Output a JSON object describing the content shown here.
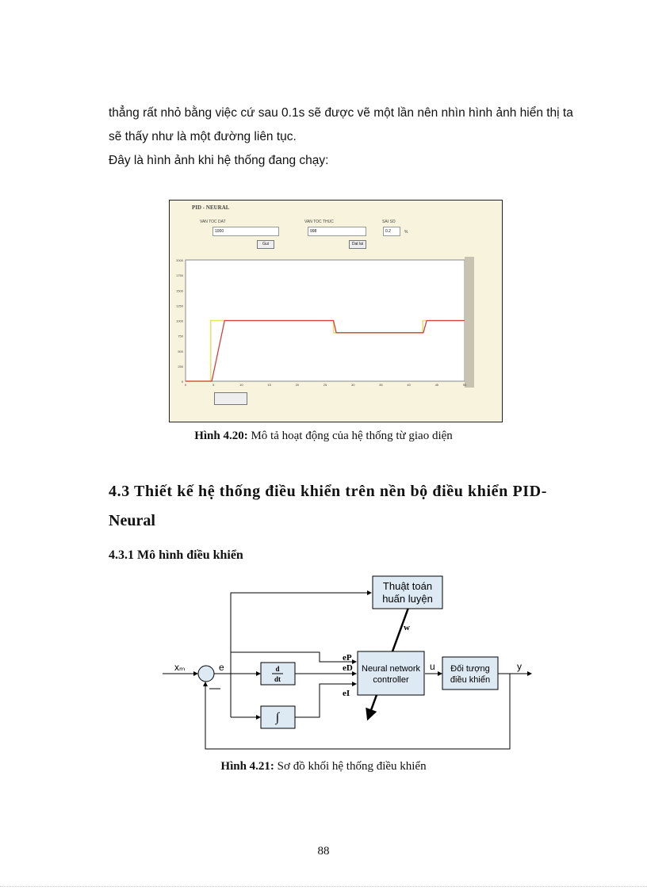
{
  "body": {
    "line1": "thẳng rất nhỏ bằng việc cứ sau 0.1s sẽ được vẽ một lần nên nhìn hình ảnh hiển thị ta",
    "line2": "sẽ thấy như là một đường liên tục.",
    "line3": "Đây là hình ảnh khi hệ thống đang chạy:"
  },
  "screenshot": {
    "title": "PID - NEURAL",
    "label_set": "VAN TOC DAT",
    "value_set": "1000",
    "label_actual": "VAN TOC THUC",
    "value_actual": "998",
    "label_error": "SAI SO",
    "value_error": "0.2",
    "error_unit": "%",
    "send_button": "Gui",
    "reset_button": "Dat lai",
    "chart_data": {
      "type": "line",
      "xlim": [
        0,
        50
      ],
      "ylim": [
        0,
        2000
      ],
      "x_ticks": [
        "0",
        "5",
        "10",
        "15",
        "20",
        "25",
        "30",
        "35",
        "40",
        "45",
        "50"
      ],
      "y_ticks": [
        "0",
        "250",
        "500",
        "750",
        "1000",
        "1250",
        "1500",
        "1750",
        "2000"
      ],
      "series": [
        {
          "color": "#e8e070",
          "points": [
            [
              0,
              0
            ],
            [
              4.5,
              0
            ],
            [
              4.5,
              1000
            ],
            [
              26.5,
              1000
            ],
            [
              26.5,
              800
            ],
            [
              42.5,
              800
            ],
            [
              42.5,
              1000
            ],
            [
              50,
              1000
            ]
          ]
        },
        {
          "color": "#d04040",
          "points": [
            [
              0,
              0
            ],
            [
              4.7,
              0
            ],
            [
              7,
              1000
            ],
            [
              26.5,
              1000
            ],
            [
              27,
              800
            ],
            [
              42.6,
              800
            ],
            [
              43.2,
              1000
            ],
            [
              50,
              1000
            ]
          ]
        }
      ]
    }
  },
  "caption1": {
    "label": "Hình 4.20:",
    "text": " Mô tả hoạt động của hệ thống từ giao diện"
  },
  "section": {
    "heading_line1": "4.3 Thiết kế hệ thống điều khiển trên nền bộ điều khiển PID-",
    "heading_line2": "Neural",
    "subheading": "4.3.1 Mô hình điều khiển"
  },
  "diagram": {
    "training_line1": "Thuật toán",
    "training_line2": "huấn luyện",
    "w": "w",
    "xm": "xₘ",
    "e": "e",
    "d": "d",
    "dt": "dt",
    "integral": "∫",
    "ep": "eP",
    "ed": "eD",
    "ei": "eI",
    "nn_line1": "Neural network",
    "nn_line2": "controller",
    "u": "u",
    "plant_line1": "Đối tượng",
    "plant_line2": "điều khiển",
    "y": "y",
    "box_fill": "#dde9f3"
  },
  "caption2": {
    "label": "Hình 4.21:",
    "text": " Sơ đồ khối hệ thống điều khiển"
  },
  "page_number": "88"
}
